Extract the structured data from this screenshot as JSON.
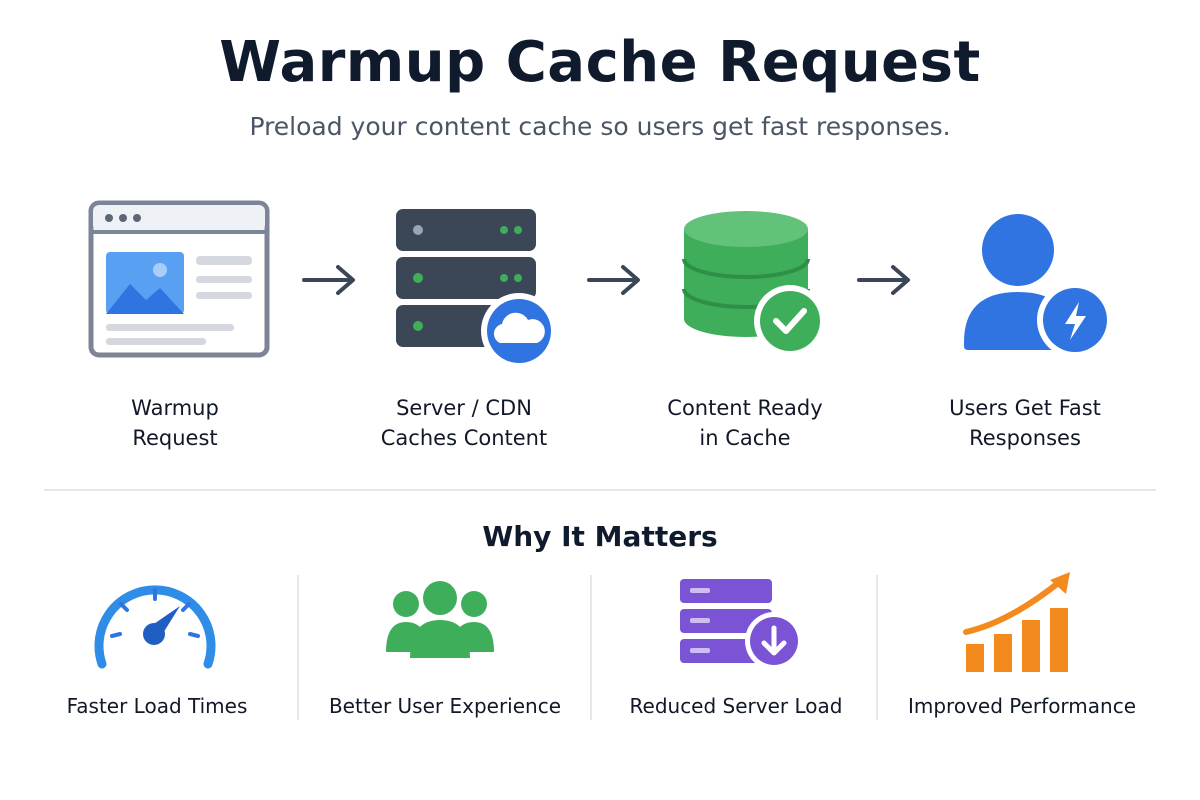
{
  "title": "Warmup Cache Request",
  "subtitle": "Preload your content cache so users get fast responses.",
  "steps": [
    {
      "line1": "Warmup",
      "line2": "Request",
      "icon": "browser-window-icon"
    },
    {
      "line1": "Server / CDN",
      "line2": "Caches Content",
      "icon": "server-cloud-icon"
    },
    {
      "line1": "Content Ready",
      "line2": "in Cache",
      "icon": "database-check-icon"
    },
    {
      "line1": "Users Get Fast",
      "line2": "Responses",
      "icon": "user-lightning-icon"
    }
  ],
  "section_title": "Why It Matters",
  "benefits": [
    {
      "label": "Faster Load Times",
      "icon": "speedometer-icon"
    },
    {
      "label": "Better User Experience",
      "icon": "user-group-icon"
    },
    {
      "label": "Reduced Server Load",
      "icon": "server-download-icon"
    },
    {
      "label": "Improved Performance",
      "icon": "growth-chart-icon"
    }
  ],
  "colors": {
    "blue": "#2f74e0",
    "dark_slate": "#3b4656",
    "green": "#3fae5a",
    "purple": "#7b54d6",
    "orange": "#f28a1e"
  }
}
